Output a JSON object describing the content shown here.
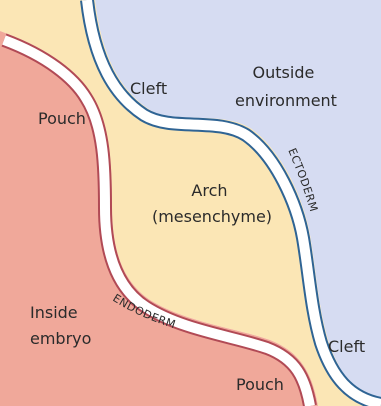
{
  "regions": {
    "outside": {
      "line1": "Outside",
      "line2": "environment",
      "color": "#d6dcf2"
    },
    "arch": {
      "line1": "Arch",
      "line2": "(mesenchyme)",
      "color": "#fbe6b5"
    },
    "inside": {
      "line1": "Inside",
      "line2": "embryo",
      "color": "#f0a89a"
    }
  },
  "labels": {
    "cleft_top": "Cleft",
    "cleft_bottom": "Cleft",
    "pouch_top": "Pouch",
    "pouch_bottom": "Pouch"
  },
  "tissues": {
    "ectoderm": {
      "text": "ECTODERM",
      "color": "#2f6494"
    },
    "endoderm": {
      "text": "ENDODERM",
      "color": "#b14a55"
    }
  },
  "band_color": "#ffffff"
}
